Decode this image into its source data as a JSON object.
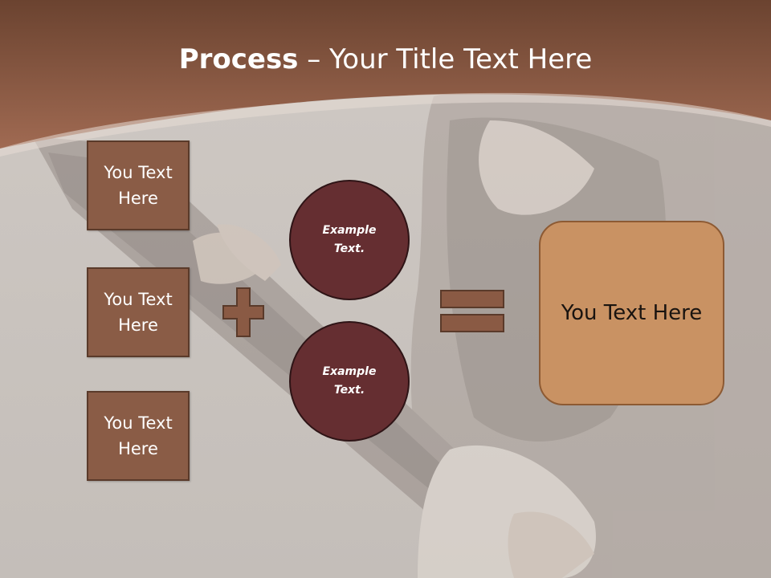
{
  "slide": {
    "title_bold": "Process",
    "title_rest": " – Your Title Text Here",
    "boxes": [
      {
        "label": "You Text Here"
      },
      {
        "label": "You Text Here"
      },
      {
        "label": "You Text Here"
      }
    ],
    "circles": [
      {
        "label": "Example Text."
      },
      {
        "label": "Example Text."
      }
    ],
    "result_label": "You Text Here"
  },
  "colors": {
    "banner": "#8a5640",
    "background": "#c9c4c0",
    "box_fill": "#8a5c46",
    "circle_fill": "#652e31",
    "result_fill": "#c99263",
    "operator": "#8a5a44"
  },
  "icons": {
    "plus": "plus-icon",
    "equals": "equals-icon"
  }
}
